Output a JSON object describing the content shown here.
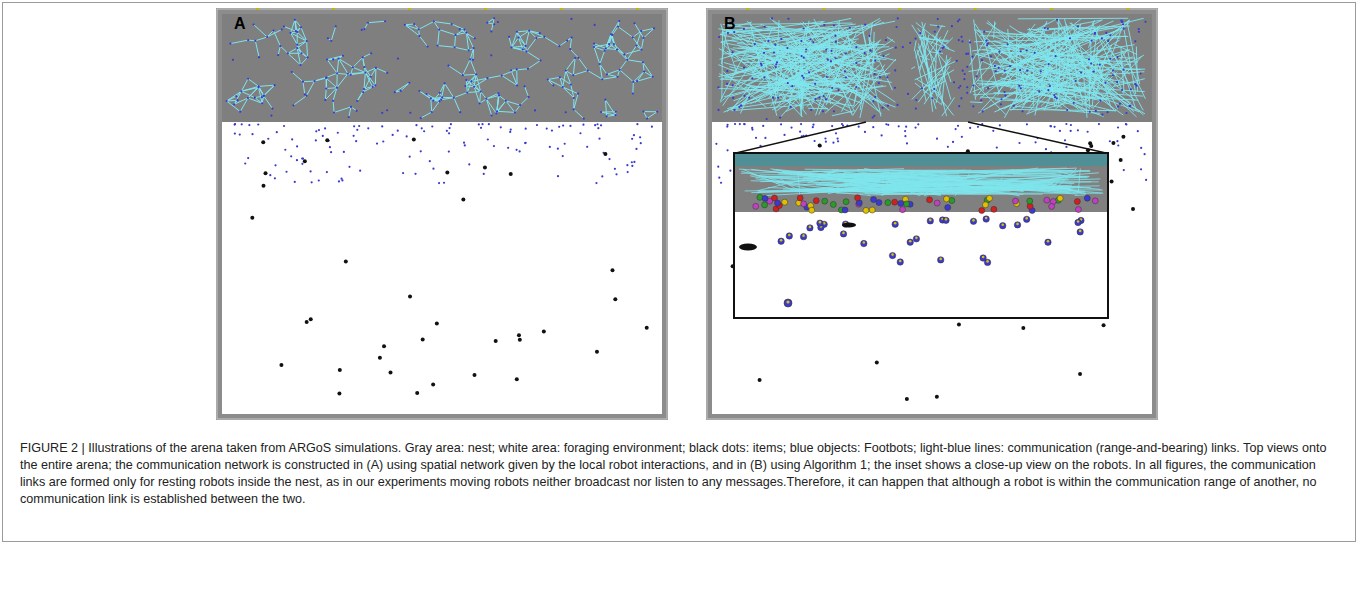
{
  "diagram": {
    "caption": "FIGURE 2 | Illustrations of the arena taken from ARGoS simulations. Gray area: nest; white area: foraging environment; black dots: items; blue objects: Footbots; light-blue lines: communication (range-and-bearing) links. Top views onto the entire arena; the communication network is constructed in (A) using spatial network given by the local robot interactions, and in (B) using Algorithm 1; the inset shows a close-up view on the robots. In all figures, the communication links are formed only for resting robots inside the nest, as in our experiments moving robots neither broadcast nor listen to any messages.Therefore, it can happen that although a robot is within the communication range of another, no communication link is established between the two.",
    "nodes": [
      {
        "text": [
          "A"
        ]
      },
      {
        "text": [
          "B"
        ]
      }
    ]
  }
}
